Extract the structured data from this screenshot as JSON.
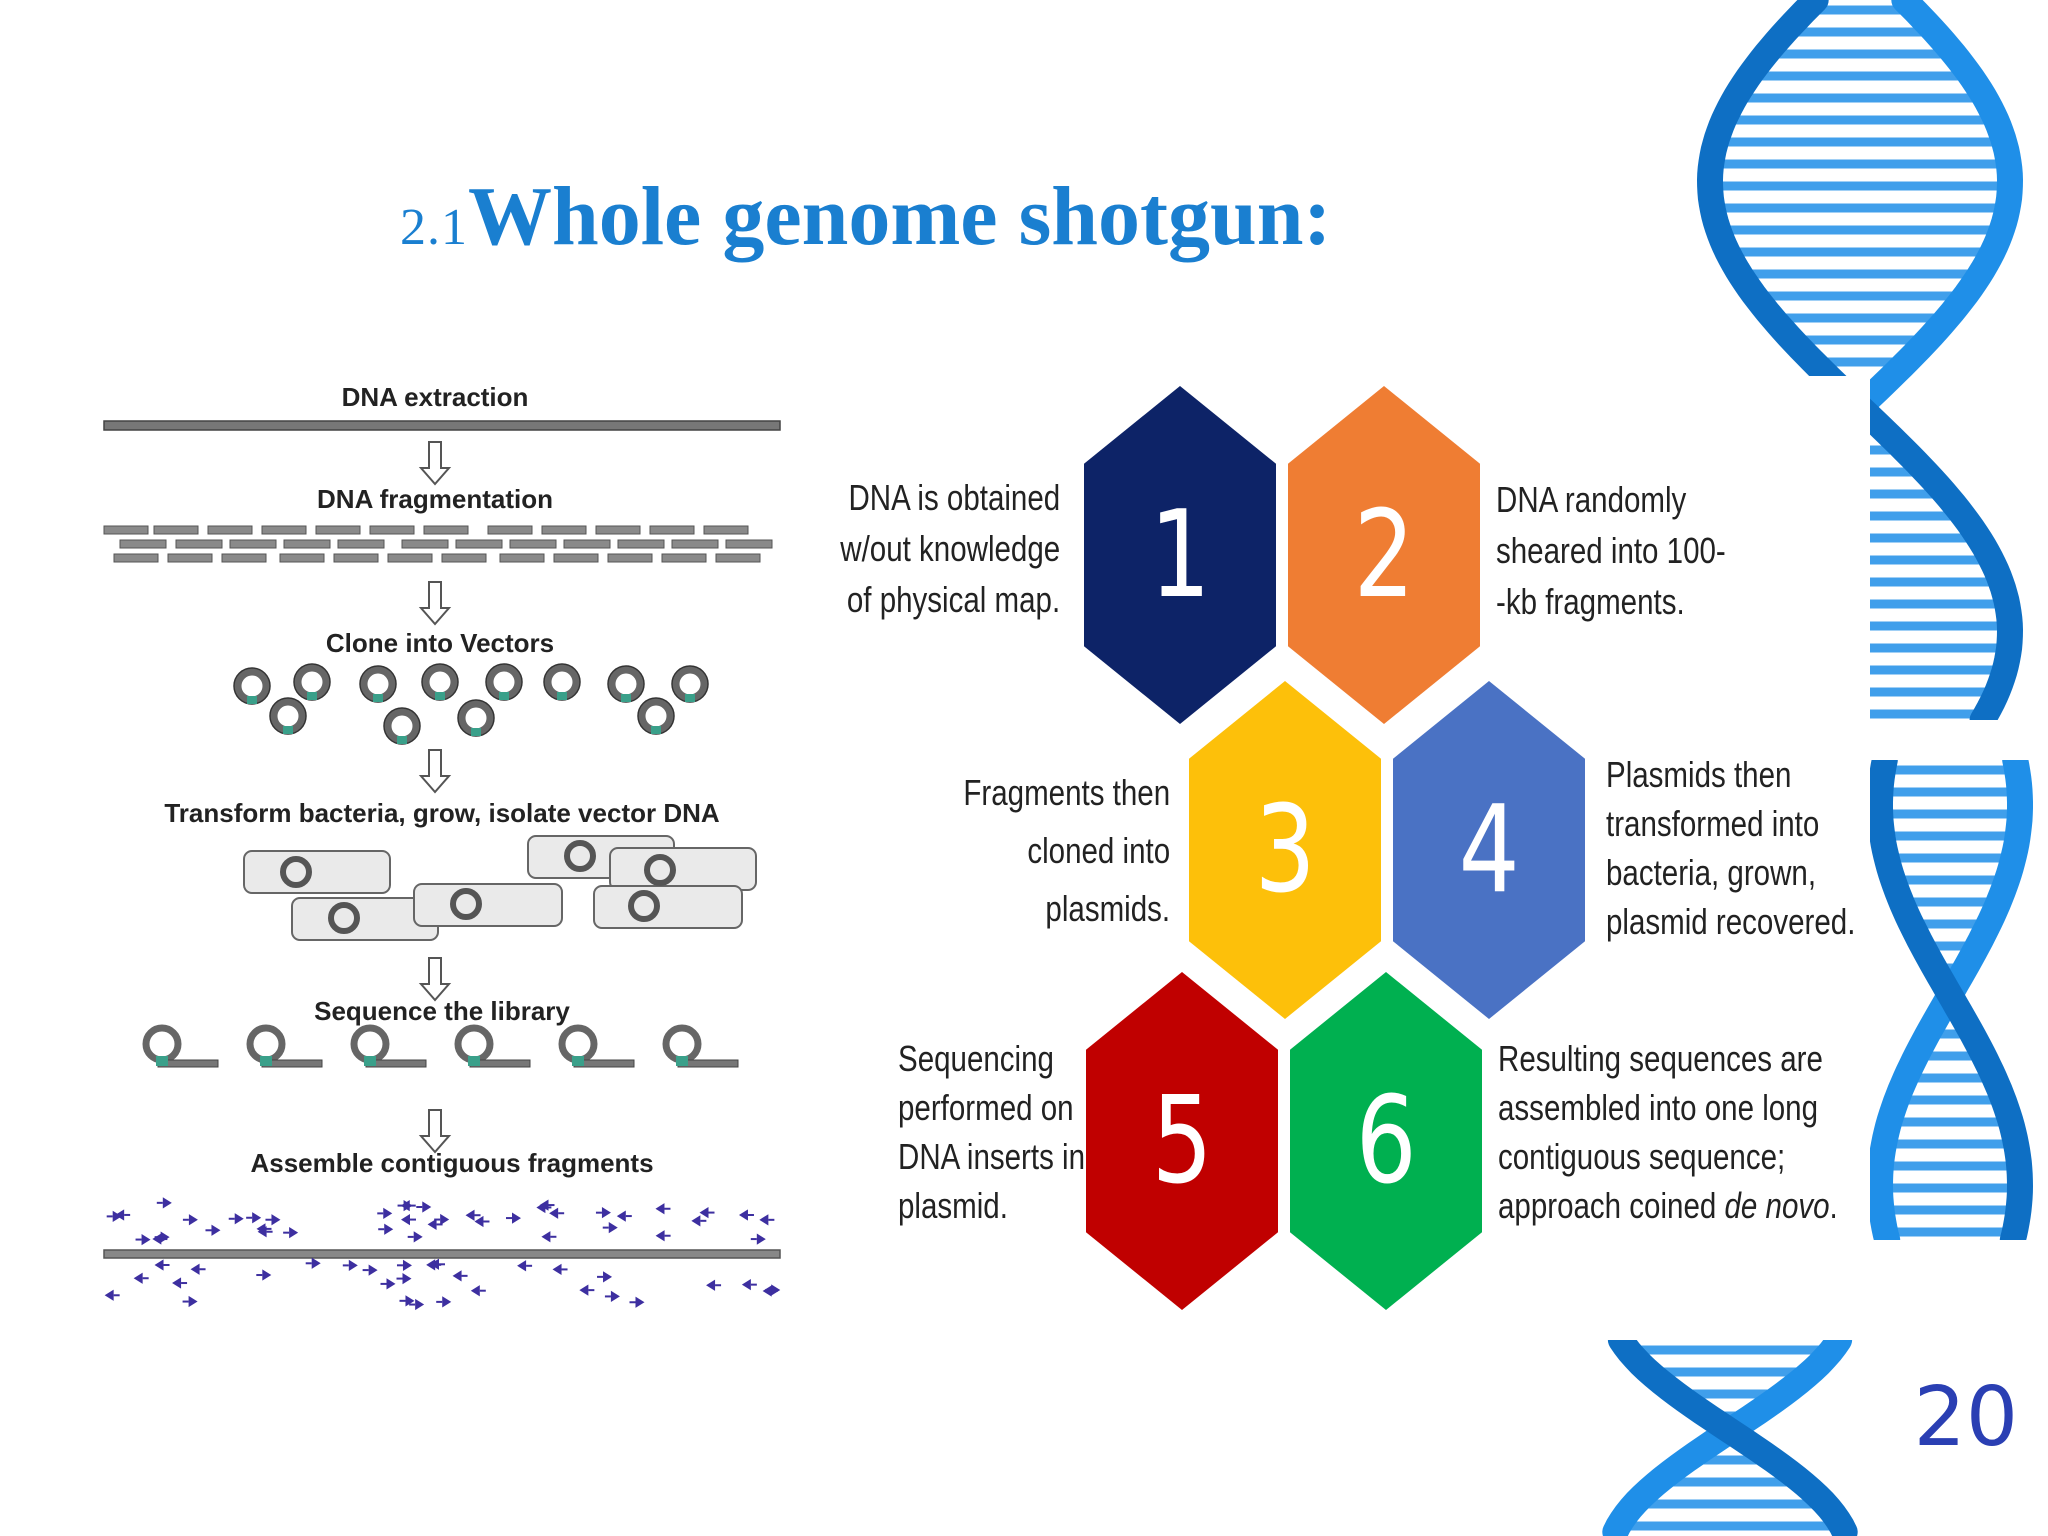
{
  "slide": {
    "title_number": "2.1",
    "title_text": "Whole genome shotgun",
    "title_colon": ":",
    "page_number": "20"
  },
  "pipeline": {
    "steps": [
      {
        "label": "DNA extraction"
      },
      {
        "label": "DNA fragmentation"
      },
      {
        "label": "Clone into Vectors"
      },
      {
        "label": "Transform bacteria, grow, isolate vector DNA"
      },
      {
        "label": "Sequence the library"
      },
      {
        "label": "Assemble contiguous fragments"
      }
    ]
  },
  "hexagons": [
    {
      "number": "1",
      "color": "#0d2367",
      "desc_lines": [
        "DNA is obtained",
        "w/out knowledge",
        "of physical map."
      ]
    },
    {
      "number": "2",
      "color": "#ef7d33",
      "desc_lines": [
        "DNA randomly",
        "sheared into 100-",
        "-kb fragments."
      ]
    },
    {
      "number": "3",
      "color": "#fdc00a",
      "desc_lines": [
        "Fragments then",
        "cloned into",
        "plasmids."
      ]
    },
    {
      "number": "4",
      "color": "#4a72c4",
      "desc_lines": [
        "Plasmids then",
        "transformed into",
        "bacteria, grown,",
        "plasmid recovered."
      ]
    },
    {
      "number": "5",
      "color": "#c00000",
      "desc_lines": [
        "Sequencing",
        "performed on",
        "DNA inserts in",
        "plasmid."
      ]
    },
    {
      "number": "6",
      "color": "#00b050",
      "desc_lines": [
        "Resulting sequences are",
        "assembled into one long",
        "contiguous sequence;",
        "approach coined"
      ],
      "desc_italic": "de novo",
      "desc_tail": "."
    }
  ],
  "colors": {
    "title": "#1a7fd0",
    "helix": "#1f8fe8",
    "arrow_marks": "#3d2fa0",
    "page_number": "#2a3fb3"
  },
  "icons": {
    "background": "dna-helix-icon",
    "vector": "plasmid-ring-icon",
    "flow": "down-arrow-icon"
  }
}
